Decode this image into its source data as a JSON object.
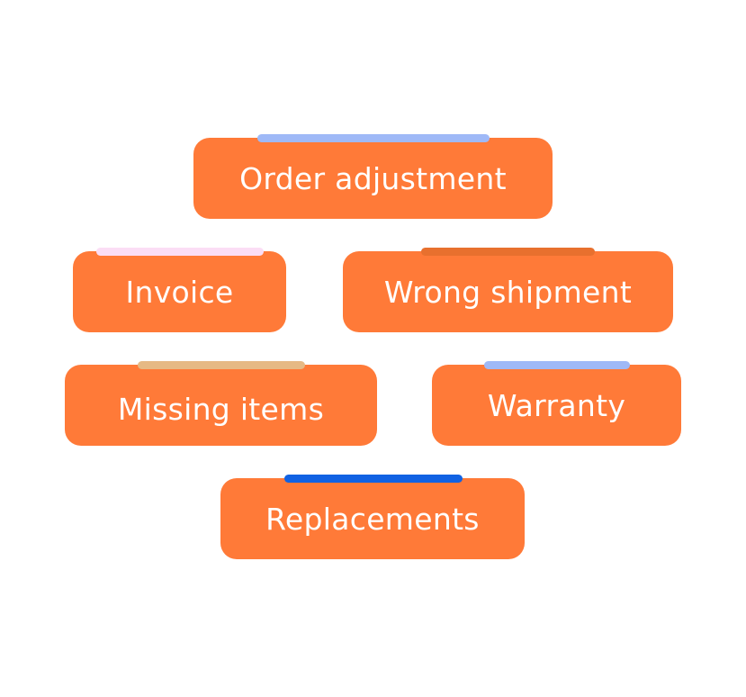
{
  "colors": {
    "tag_background": "#FF7A38",
    "tag_text": "#FFFFFF",
    "page_background": "#FFFFFF"
  },
  "tags": [
    {
      "id": "order",
      "label": "Order adjustment",
      "accent": "#9FB9F7"
    },
    {
      "id": "invoice",
      "label": "Invoice",
      "accent": "#FBDDF5"
    },
    {
      "id": "wrong",
      "label": "Wrong shipment",
      "accent": "#E8702E"
    },
    {
      "id": "missing",
      "label": "Missing items",
      "accent": "#E6B984"
    },
    {
      "id": "warranty",
      "label": "Warranty",
      "accent": "#9FB9F7"
    },
    {
      "id": "replace",
      "label": "Replacements",
      "accent": "#1162E3"
    }
  ]
}
